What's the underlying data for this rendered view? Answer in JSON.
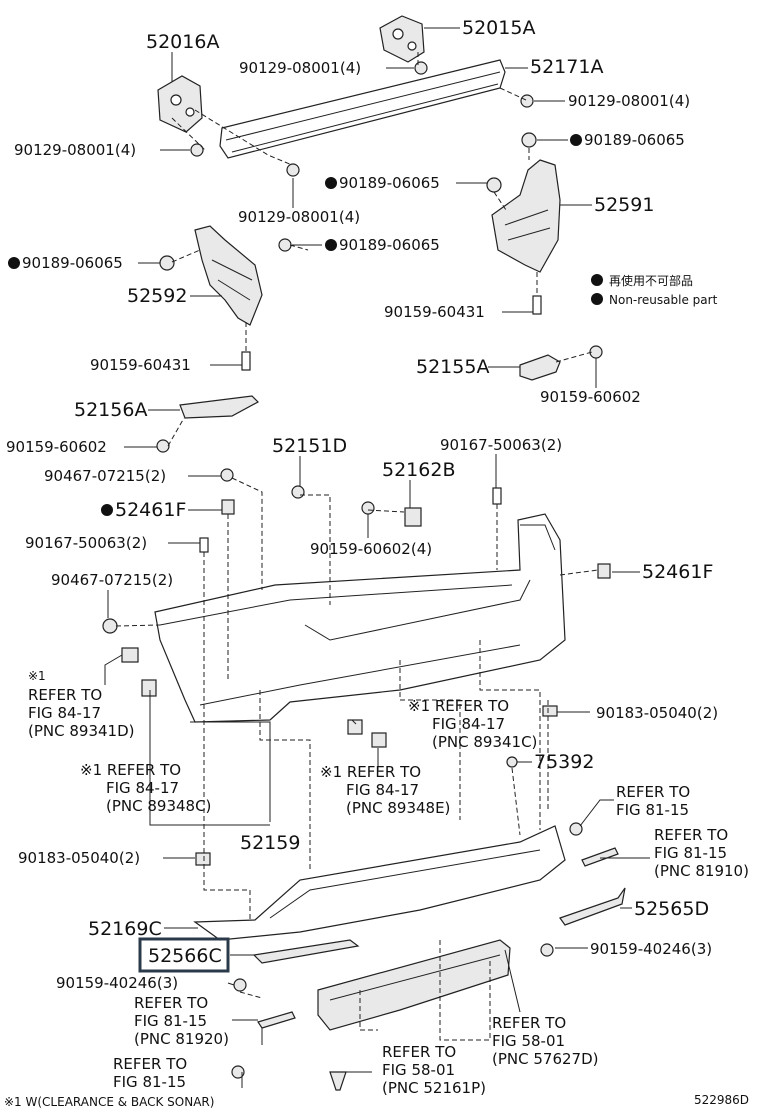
{
  "labels": {
    "p52016A": "52016A",
    "p52015A": "52015A",
    "p52171A": "52171A",
    "b90129a": "90129-08001(4)",
    "b90129b": "90129-08001(4)",
    "b90129c": "90129-08001(4)",
    "b90129d": "90129-08001(4)",
    "c90189a": "90189-06065",
    "c90189b": "90189-06065",
    "c90189c": "90189-06065",
    "c90189d": "90189-06065",
    "p52591": "52591",
    "p52592": "52592",
    "legend1": "再使用不可部品",
    "legend2": "Non-reusable part",
    "s90159a": "90159-60431",
    "s90159b": "90159-60431",
    "p52155A": "52155A",
    "s60602a": "90159-60602",
    "p52156A": "52156A",
    "s60602b": "90159-60602",
    "p52151D": "52151D",
    "s90167a": "90167-50063(2)",
    "s90467a": "90467-07215(2)",
    "p52162B": "52162B",
    "p52461Fa": "52461F",
    "s90167b": "90167-50063(2)",
    "s60602c": "90159-60602(4)",
    "p52461Fb": "52461F",
    "s90467b": "90467-07215(2)",
    "ref1a": "※1",
    "ref1b": "REFER TO",
    "ref1c": "FIG 84-17",
    "ref1d": "(PNC 89341D)",
    "ref2a": "※1 REFER TO",
    "ref2b": "FIG 84-17",
    "ref2c": "(PNC 89341C)",
    "s90183a": "90183-05040(2)",
    "ref3a": "※1 REFER TO",
    "ref3b": "FIG 84-17",
    "ref3c": "(PNC 89348C)",
    "ref4a": "※1 REFER TO",
    "ref4b": "FIG 84-17",
    "ref4c": "(PNC 89348E)",
    "p75392": "75392",
    "ref5a": "REFER TO",
    "ref5b": "FIG 81-15",
    "p52159": "52159",
    "ref6a": "REFER TO",
    "ref6b": "FIG 81-15",
    "ref6c": "(PNC 81910)",
    "s90183b": "90183-05040(2)",
    "p52169C": "52169C",
    "p52565D": "52565D",
    "p52566C": "52566C",
    "s40246a": "90159-40246(3)",
    "s40246b": "90159-40246(3)",
    "ref7a": "REFER TO",
    "ref7b": "FIG 81-15",
    "ref7c": "(PNC 81920)",
    "ref8a": "REFER TO",
    "ref8b": "FIG 58-01",
    "ref8c": "(PNC 57627D)",
    "ref9a": "REFER TO",
    "ref9b": "FIG 81-15",
    "ref10a": "REFER TO",
    "ref10b": "FIG 58-01",
    "ref10c": "(PNC 52161P)",
    "footnote": "※1 W(CLEARANCE & BACK SONAR)",
    "diagram_id": "522986D"
  },
  "highlight_color": "#2b3a4a"
}
